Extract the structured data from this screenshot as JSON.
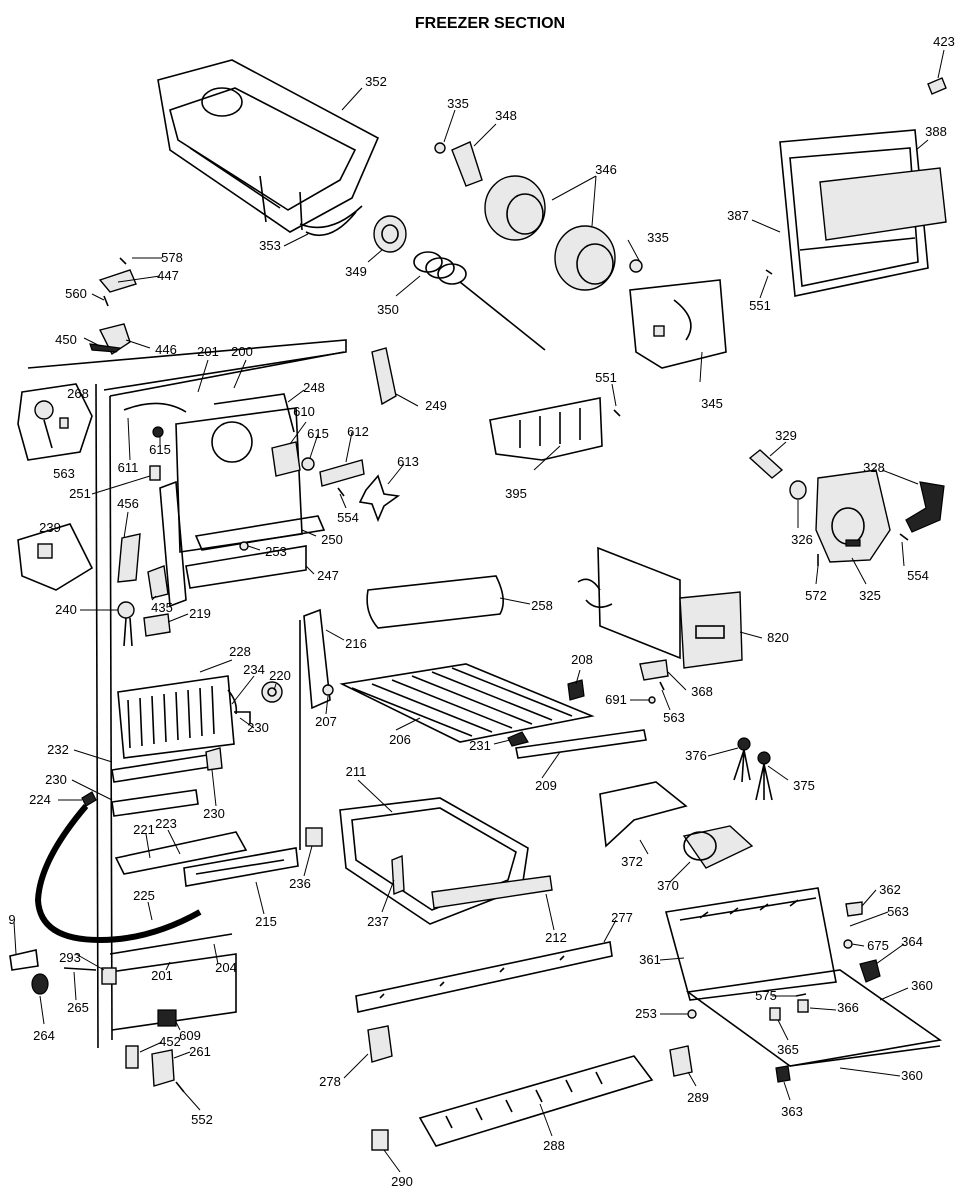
{
  "title": "FREEZER SECTION",
  "callouts": {
    "p423": "423",
    "p352": "352",
    "p335a": "335",
    "p348": "348",
    "p346": "346",
    "p388": "388",
    "p387": "387",
    "p353": "353",
    "p349": "349",
    "p335b": "335",
    "p350": "350",
    "p551a": "551",
    "p578": "578",
    "p447": "447",
    "p560": "560",
    "p450": "450",
    "p446": "446",
    "p201a": "201",
    "p200": "200",
    "p249": "249",
    "p551b": "551",
    "p345": "345",
    "p268": "268",
    "p248": "248",
    "p610": "610",
    "p615a": "615",
    "p615b": "615",
    "p612": "612",
    "p395": "395",
    "p329": "329",
    "p611": "611",
    "p563a": "563",
    "p251": "251",
    "p613": "613",
    "p328": "328",
    "p456": "456",
    "p554a": "554",
    "p326": "326",
    "p239": "239",
    "p250": "250",
    "p253a": "253",
    "p554b": "554",
    "p247": "247",
    "p572": "572",
    "p325": "325",
    "p435": "435",
    "p240": "240",
    "p219": "219",
    "p258": "258",
    "p216": "216",
    "p820": "820",
    "p228": "228",
    "p234": "234",
    "p220": "220",
    "p208": "208",
    "p368": "368",
    "p207": "207",
    "p691": "691",
    "p563b": "563",
    "p230a": "230",
    "p206": "206",
    "p232": "232",
    "p231": "231",
    "p376": "376",
    "p375": "375",
    "p230b": "230",
    "p211": "211",
    "p209": "209",
    "p224": "224",
    "p230c": "230",
    "p221": "221",
    "p223": "223",
    "p372": "372",
    "p236": "236",
    "p370": "370",
    "p225": "225",
    "p237": "237",
    "p215": "215",
    "p362": "362",
    "p9": "9",
    "p212": "212",
    "p277": "277",
    "p563c": "563",
    "p675": "675",
    "p293": "293",
    "p361": "361",
    "p364": "364",
    "p201b": "201",
    "p204": "204",
    "p265": "265",
    "p360a": "360",
    "p575": "575",
    "p264": "264",
    "p253b": "253",
    "p366": "366",
    "p609": "609",
    "p452": "452",
    "p261": "261",
    "p365": "365",
    "p278": "278",
    "p360b": "360",
    "p289": "289",
    "p363": "363",
    "p552": "552",
    "p288": "288",
    "p290": "290"
  }
}
